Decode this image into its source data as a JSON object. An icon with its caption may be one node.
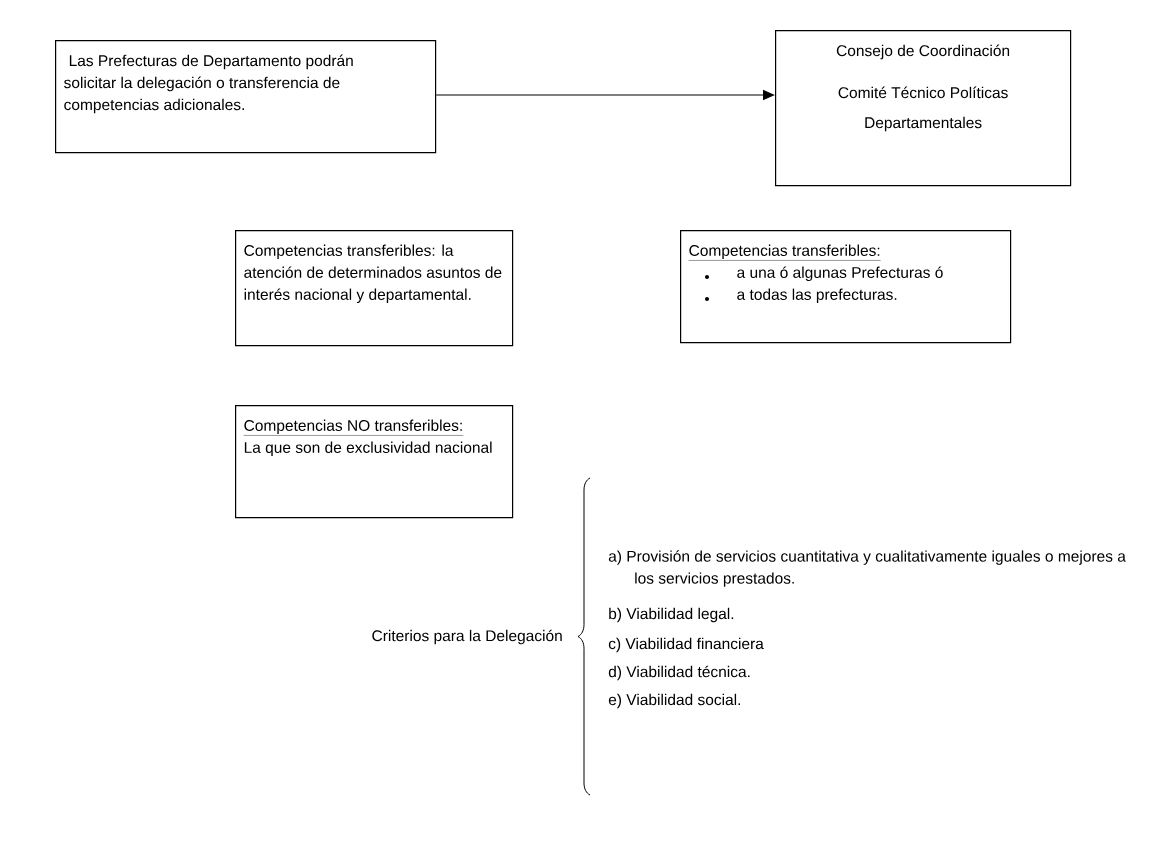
{
  "diagram": {
    "nodes": [
      {
        "text": [
          "Las Prefecturas de Departamento podrán solicitar la delegación o transferencia de competencias adicionales."
        ]
      },
      {
        "text": [
          "Consejo de Coordinación",
          "Comité Técnico Políticas Departamentales"
        ]
      },
      {
        "text": [
          "Competencias transferibles: la atención de determinados asuntos de interés nacional y departamental."
        ]
      },
      {
        "text": [
          "Competencias transferibles:",
          "a una ó algunas Prefecturas ó",
          "a todas las prefecturas."
        ]
      },
      {
        "text": [
          "Competencias NO transferibles:",
          "La que son de exclusividad nacional"
        ]
      },
      {
        "text": [
          "Criterios para la Delegación"
        ]
      }
    ],
    "edges": [
      {
        "from": 0,
        "to": 1,
        "arrow": "to"
      }
    ],
    "labels": [
      "a)  Provisión de servicios cuantitativa y cualitativamente iguales o mejores a los servicios prestados.",
      "b) Viabilidad legal.",
      "c) Viabilidad financiera",
      "d) Viabilidad técnica.",
      "e) Viabilidad social."
    ]
  }
}
